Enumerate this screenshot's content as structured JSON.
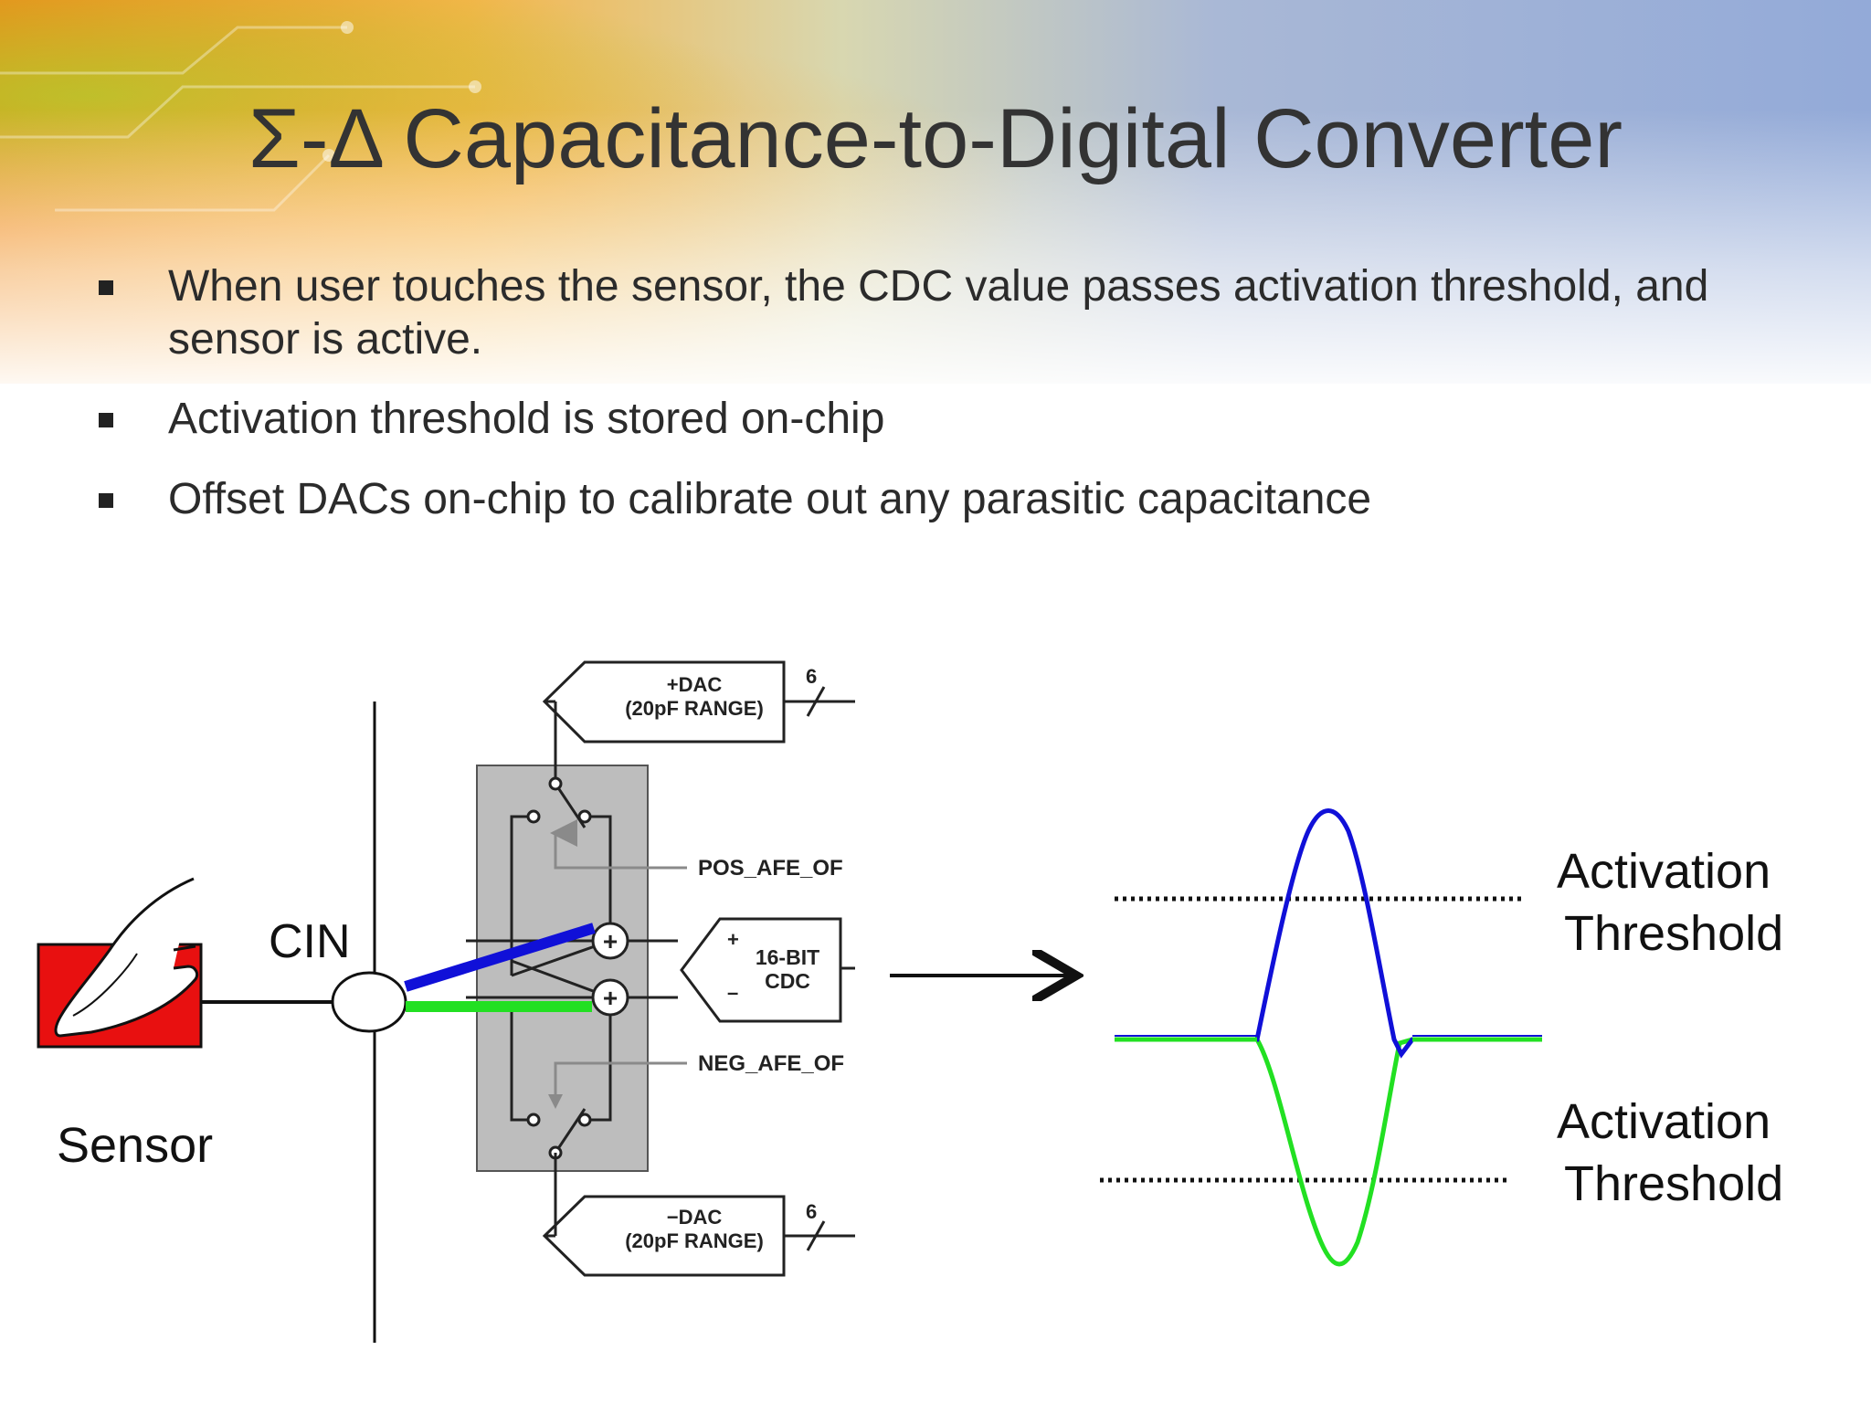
{
  "slide": {
    "title": "Σ-Δ Capacitance-to-Digital Converter",
    "bullets": [
      "When user touches the sensor, the CDC value passes activation threshold, and sensor is active.",
      "Activation threshold is stored on-chip",
      "Offset DACs on-chip to calibrate out any parasitic capacitance"
    ]
  },
  "diagram": {
    "sensor_label": "Sensor",
    "cin_label": "CIN",
    "pos_dac_line1": "+DAC",
    "pos_dac_line2": "(20pF RANGE)",
    "neg_dac_line1": "−DAC",
    "neg_dac_line2": "(20pF RANGE)",
    "bus_width_top": "6",
    "bus_width_bottom": "6",
    "pos_afe_label": "POS_AFE_OF",
    "neg_afe_label": "NEG_AFE_OF",
    "cdc_line1": "16-BIT",
    "cdc_line2": "CDC",
    "cdc_plus": "+",
    "cdc_minus": "–",
    "sum_sign_top": "+",
    "sum_sign_bottom": "+",
    "threshold_upper_line1": "Activation",
    "threshold_upper_line2": "Threshold",
    "threshold_lower_line1": "Activation",
    "threshold_lower_line2": "Threshold"
  },
  "colors": {
    "positive_path": "#1010d8",
    "negative_path": "#22e022",
    "sensor_pad": "#e81010",
    "afe_block": "#bdbdbd"
  }
}
